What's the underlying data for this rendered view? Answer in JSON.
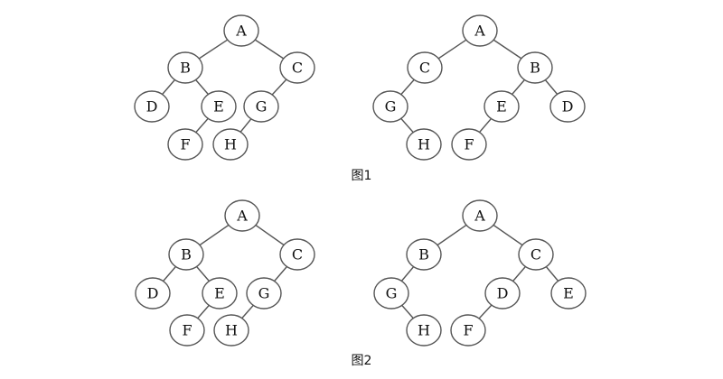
{
  "figures": [
    {
      "caption": "图1",
      "trees": [
        {
          "nodes": {
            "n1": "A",
            "n2": "B",
            "n3": "C",
            "n4": "D",
            "n5": "E",
            "n6": "G",
            "n7": "F",
            "n8": "H"
          },
          "edges": [
            [
              "n1",
              "n2"
            ],
            [
              "n1",
              "n3"
            ],
            [
              "n2",
              "n4"
            ],
            [
              "n2",
              "n5"
            ],
            [
              "n3",
              "n6"
            ],
            [
              "n5",
              "n7"
            ],
            [
              "n6",
              "n8"
            ]
          ]
        },
        {
          "nodes": {
            "n1": "A",
            "n2": "C",
            "n3": "B",
            "n4": "G",
            "n5": "E",
            "n6": "D",
            "n7": "H",
            "n8": "F"
          },
          "edges": [
            [
              "n1",
              "n2"
            ],
            [
              "n1",
              "n3"
            ],
            [
              "n2",
              "n4"
            ],
            [
              "n3",
              "n5"
            ],
            [
              "n3",
              "n6"
            ],
            [
              "n4",
              "n7"
            ],
            [
              "n5",
              "n8"
            ]
          ]
        }
      ]
    },
    {
      "caption": "图2",
      "trees": [
        {
          "nodes": {
            "n1": "A",
            "n2": "B",
            "n3": "C",
            "n4": "D",
            "n5": "E",
            "n6": "G",
            "n7": "F",
            "n8": "H"
          },
          "edges": [
            [
              "n1",
              "n2"
            ],
            [
              "n1",
              "n3"
            ],
            [
              "n2",
              "n4"
            ],
            [
              "n2",
              "n5"
            ],
            [
              "n3",
              "n6"
            ],
            [
              "n5",
              "n7"
            ],
            [
              "n6",
              "n8"
            ]
          ]
        },
        {
          "nodes": {
            "n1": "A",
            "n2": "B",
            "n3": "C",
            "n4": "G",
            "n5": "D",
            "n6": "E",
            "n7": "H",
            "n8": "F"
          },
          "edges": [
            [
              "n1",
              "n2"
            ],
            [
              "n1",
              "n3"
            ],
            [
              "n2",
              "n4"
            ],
            [
              "n3",
              "n5"
            ],
            [
              "n3",
              "n6"
            ],
            [
              "n4",
              "n7"
            ],
            [
              "n5",
              "n8"
            ]
          ]
        }
      ]
    }
  ]
}
